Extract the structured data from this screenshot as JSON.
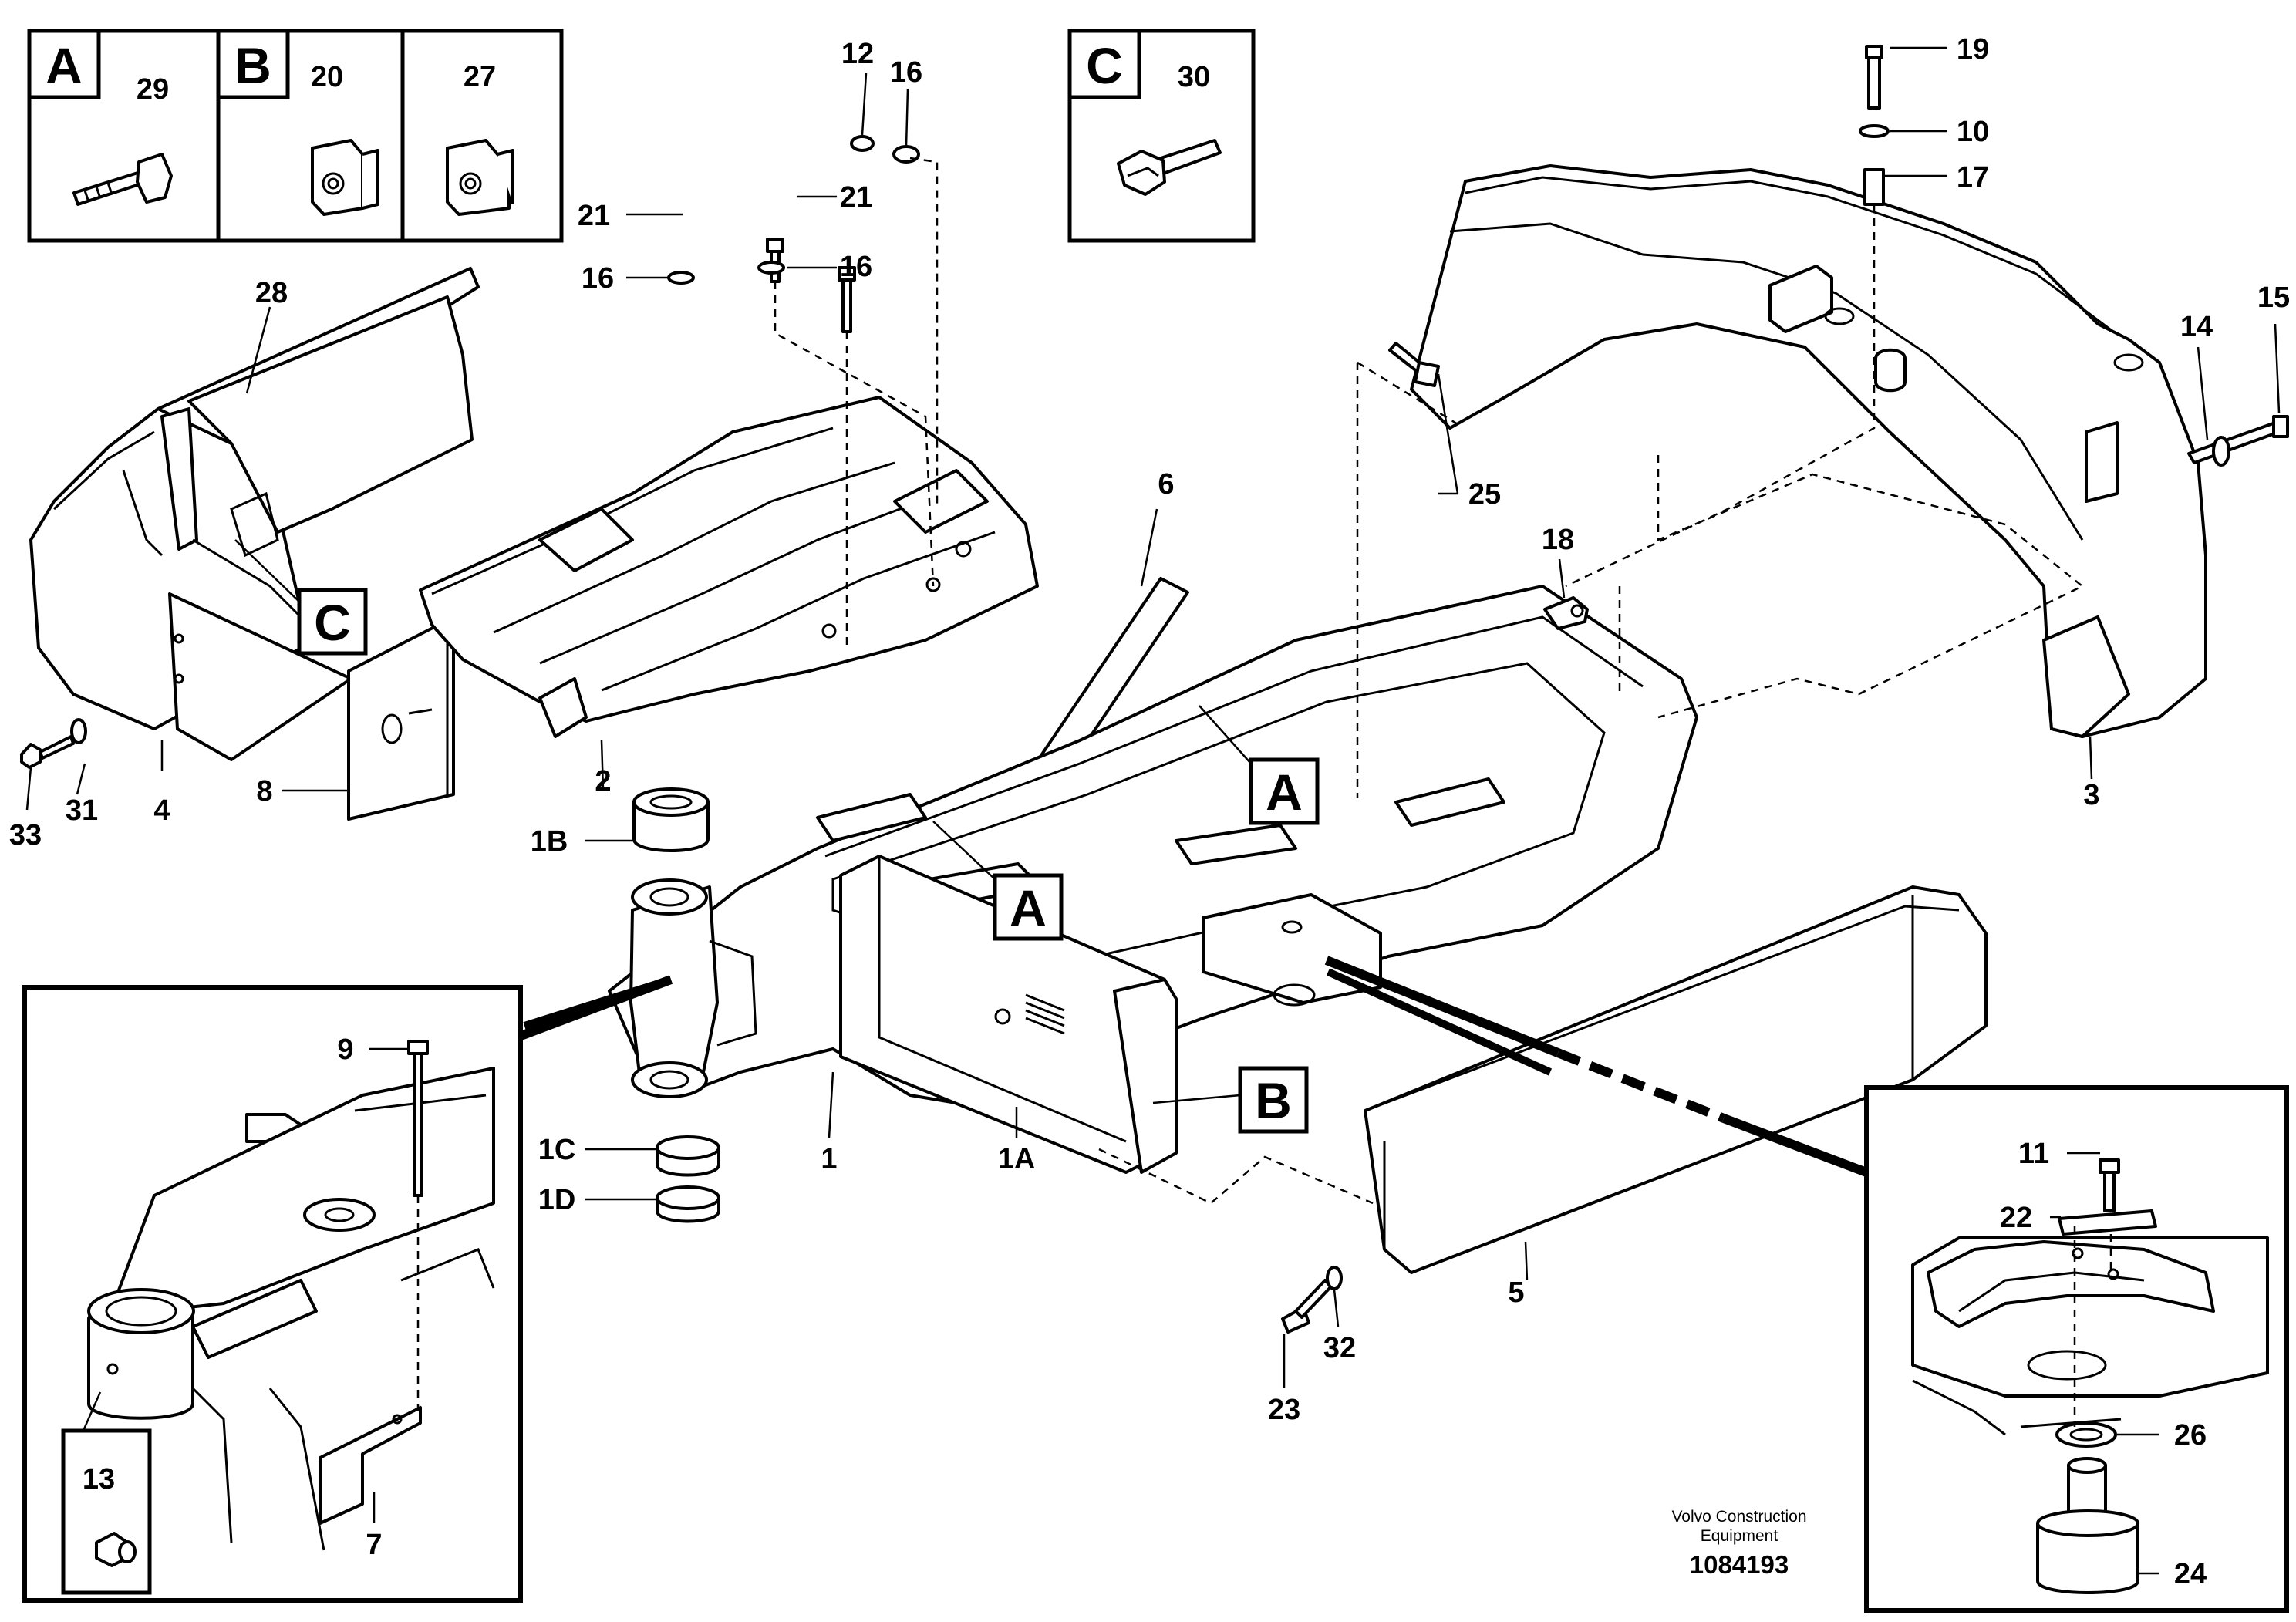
{
  "callout_boxes": [
    {
      "letter": "A",
      "parts": [
        "29"
      ]
    },
    {
      "letter": "B",
      "parts": [
        "20",
        "27"
      ]
    },
    {
      "letter": "C",
      "parts": [
        "30"
      ]
    }
  ],
  "diagram_refs": [
    "A",
    "A",
    "B",
    "C"
  ],
  "labels": {
    "p1": "1",
    "p1A": "1A",
    "p1B": "1B",
    "p1C": "1C",
    "p1D": "1D",
    "p2": "2",
    "p3": "3",
    "p4": "4",
    "p5": "5",
    "p6": "6",
    "p7": "7",
    "p8": "8",
    "p9": "9",
    "p10": "10",
    "p11": "11",
    "p12": "12",
    "p13": "13",
    "p14": "14",
    "p15": "15",
    "p16a": "16",
    "p16b": "16",
    "p16c": "16",
    "p17": "17",
    "p18": "18",
    "p19": "19",
    "p21a": "21",
    "p21b": "21",
    "p22": "22",
    "p23": "23",
    "p24": "24",
    "p25": "25",
    "p26": "26",
    "p28": "28",
    "p31": "31",
    "p32": "32",
    "p33": "33"
  },
  "footer": {
    "company_line1": "Volvo Construction",
    "company_line2": "Equipment",
    "drawing_number": "1084193"
  }
}
